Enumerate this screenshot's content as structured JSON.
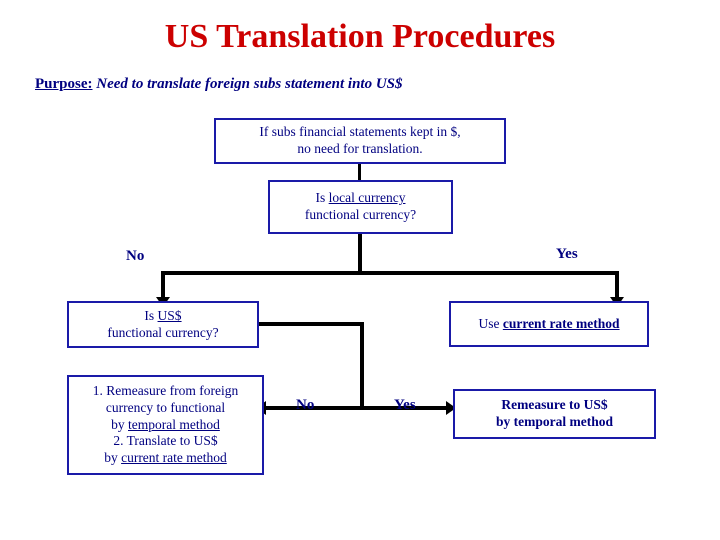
{
  "slide": {
    "title": "US Translation Procedures",
    "purpose": {
      "label": "Purpose:",
      "text": "Need to translate foreign subs statement into US$"
    }
  },
  "boxes": {
    "kept_in_dollars": {
      "line1": "If subs financial statements kept in $,",
      "line2": "no need for translation."
    },
    "local_currency": {
      "line1_pre": "Is ",
      "line1_underline": "local currency",
      "line2": "functional currency?"
    },
    "is_usd": {
      "line1_pre": "Is ",
      "line1_underline": "US$",
      "line2": "functional currency?"
    },
    "use_current_rate": {
      "pre": "Use ",
      "underline": "current rate method"
    },
    "remeasure_steps": {
      "line1": "1. Remeasure from foreign",
      "line2": "currency to functional",
      "line3_pre": "by ",
      "line3_underline": "temporal method",
      "line4": "2. Translate to US$",
      "line5_pre": "by ",
      "line5_underline": "current rate method"
    },
    "remeasure_usd": {
      "line1": "Remeasure to US$",
      "line2": "by temporal method"
    }
  },
  "labels": {
    "no_1": "No",
    "yes_1": "Yes",
    "no_2": "No",
    "yes_2": "Yes"
  },
  "colors": {
    "title": "#cc0000",
    "text": "#000080",
    "box_border": "#1a1aa8",
    "connector": "#000000",
    "background": "#ffffff"
  }
}
